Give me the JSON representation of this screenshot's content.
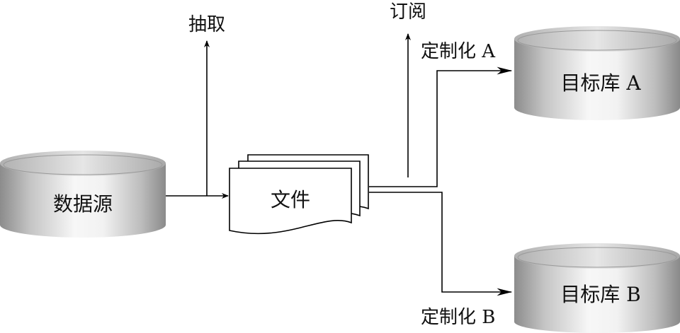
{
  "nodes": {
    "source": "数据源",
    "file": "文件",
    "target_a": "目标库 A",
    "target_b": "目标库 B"
  },
  "edges": {
    "extract": "抽取",
    "subscribe": "订阅",
    "custom_a": "定制化 A",
    "custom_b": "定制化 B"
  }
}
